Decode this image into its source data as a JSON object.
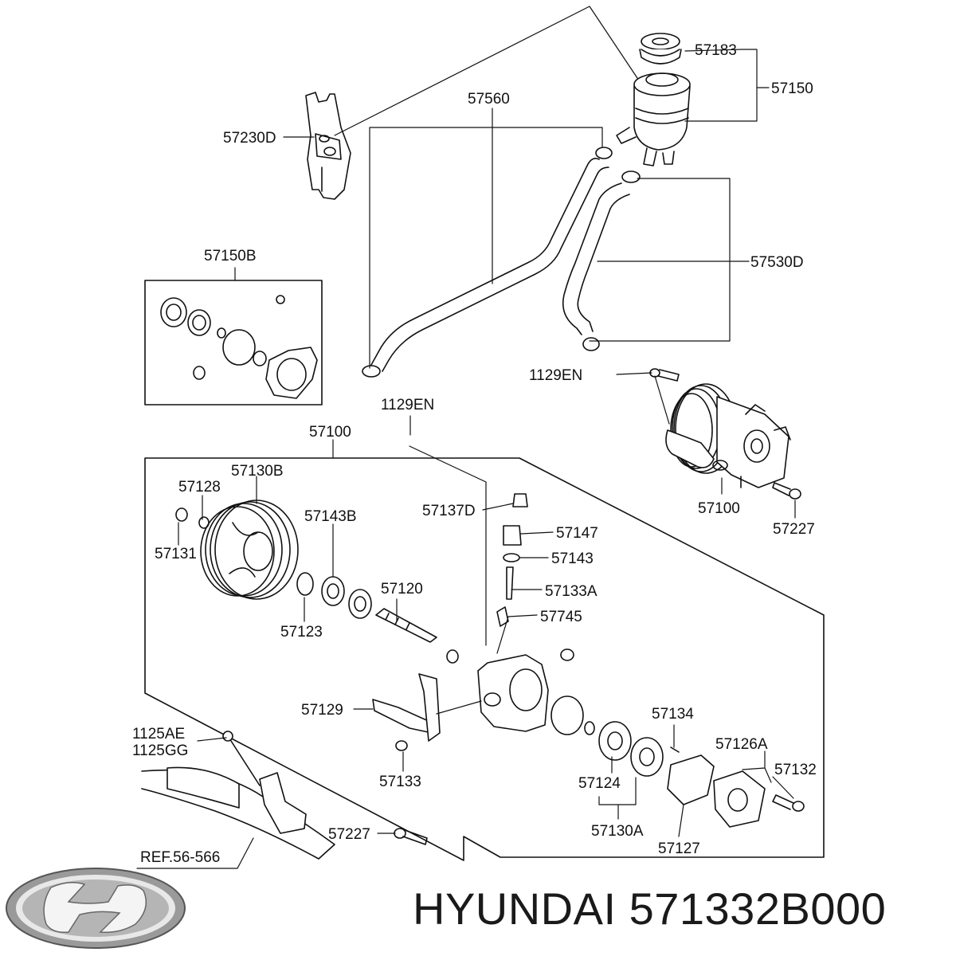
{
  "brand": "HYUNDAI",
  "part_number": "571332B000",
  "ref_note": "REF.56-566",
  "labels": {
    "p57183": "57183",
    "p57150": "57150",
    "p57560": "57560",
    "p57230D": "57230D",
    "p57150B": "57150B",
    "p57530D": "57530D",
    "p1129EN_right": "1129EN",
    "p1129EN_left": "1129EN",
    "p57100_assy": "57100",
    "p57100_box": "57100",
    "p57227_right": "57227",
    "p57130B": "57130B",
    "p57128": "57128",
    "p57131": "57131",
    "p57143B": "57143B",
    "p57137D": "57137D",
    "p57147": "57147",
    "p57143": "57143",
    "p57133A": "57133A",
    "p57120": "57120",
    "p57123": "57123",
    "p57745": "57745",
    "p57129": "57129",
    "p57134": "57134",
    "p57126A": "57126A",
    "p57132": "57132",
    "p1125AE": "1125AE",
    "p1125GG": "1125GG",
    "p57133": "57133",
    "p57124": "57124",
    "p57130A": "57130A",
    "p57227_bottom": "57227",
    "p57127": "57127"
  }
}
